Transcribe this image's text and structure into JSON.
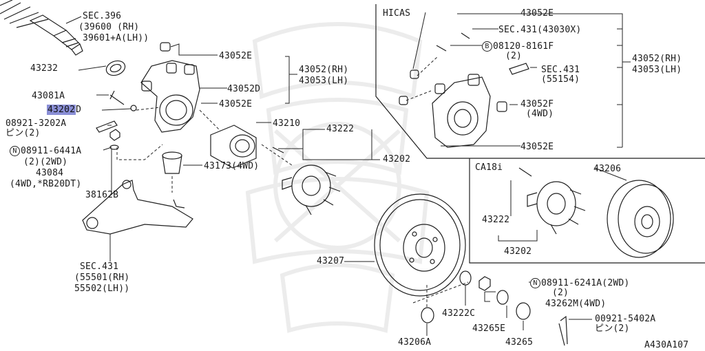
{
  "diagram_id": "A430A107",
  "labels": {
    "sec396": "SEC.396",
    "p39600": "(39600  (RH)",
    "p39601": "39601+A(LH))",
    "p43232": "43232",
    "p43081a": "43081A",
    "p43202d_a": "43202",
    "p43202d_b": "D",
    "p08921": "08921-3202A",
    "pin2_left": "ピン(2)",
    "n08911_6441a": "08911-6441A",
    "n_circle": "N",
    "qty_2wd": "(2)(2WD)",
    "p43084": "43084",
    "p43084_note": "(4WD,*RB20DT)",
    "p38162b": "38162B",
    "sec431_left": "SEC.431",
    "p55501": "(55501(RH)",
    "p55502": "55502(LH))",
    "p43052e_top": "43052E",
    "p43052d": "43052D",
    "p43052e_mid": "43052E",
    "p43052_rh_left": "43052(RH)",
    "p43053_lh_left": "43053(LH)",
    "p43210": "43210",
    "p43173": "43173(4WD)",
    "p43222_mid": "43222",
    "p43202_mid": "43202",
    "p43207": "43207",
    "p43222c": "43222C",
    "p43206a": "43206A",
    "p43265e": "43265E",
    "p43265": "43265",
    "n08911_6241a": "08911-6241A(2WD)",
    "qty_2_b": "(2)",
    "p43262m": "43262M(4WD)",
    "p00921": "00921-5402A",
    "pin2_right": "ピン(2)",
    "hicas": "HICAS",
    "p43052e_h1": "43052E",
    "sec431_43030x": "SEC.431(43030X)",
    "b_circle": "B",
    "p08120": "08120-8161F",
    "qty_2_c": "(2)",
    "sec431_r": "SEC.431",
    "p55154": "(55154)",
    "p43052f": "43052F",
    "qty_4wd": "(4WD)",
    "p43052e_h2": "43052E",
    "p43052_rh_right": "43052(RH)",
    "p43053_lh_right": "43053(LH)",
    "ca18i": "CA18i",
    "p43222_r": "43222",
    "p43202_r": "43202",
    "p43206": "43206"
  }
}
